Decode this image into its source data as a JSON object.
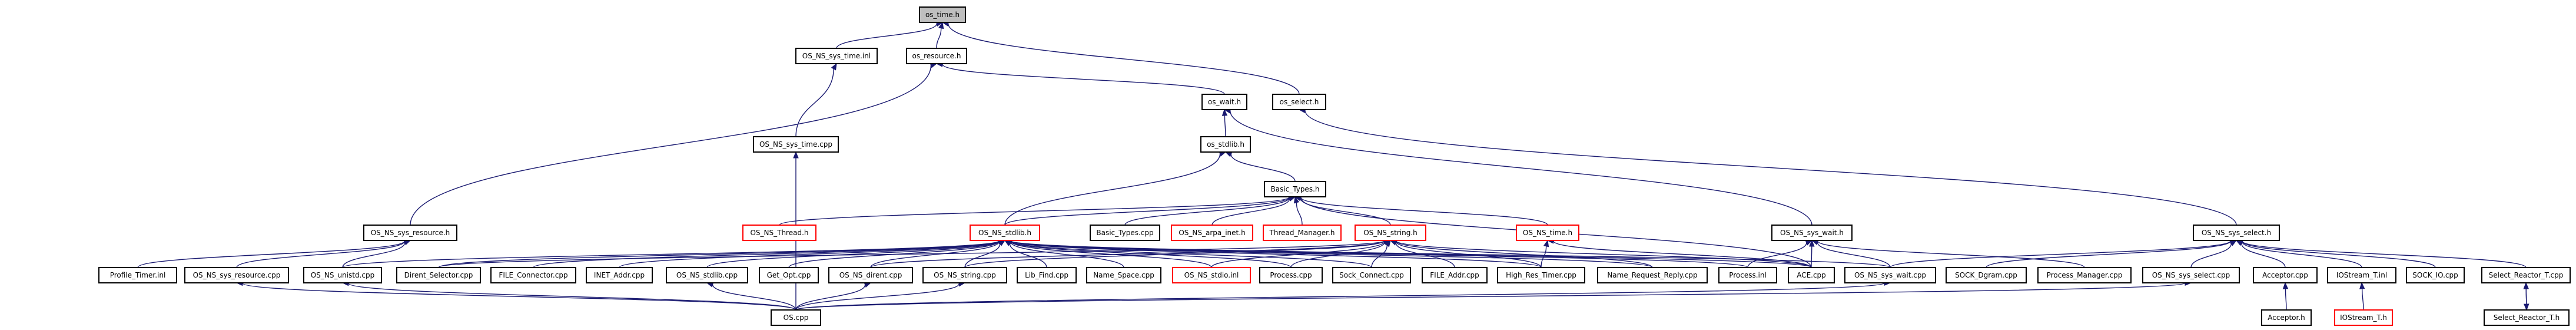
{
  "graph": {
    "colors": {
      "edge": "#191970",
      "box_border": "#000000",
      "box_fill": "#ffffff",
      "root_fill": "#bfbfbf",
      "incomplete_border": "#ff0000"
    },
    "nodes": [
      {
        "id": "os_time_h",
        "label": "os_time.h",
        "root": true
      },
      {
        "id": "os_ns_sys_time_inl",
        "label": "OS_NS_sys_time.inl"
      },
      {
        "id": "os_resource_h",
        "label": "os_resource.h"
      },
      {
        "id": "os_wait_h",
        "label": "os_wait.h"
      },
      {
        "id": "os_select_h",
        "label": "os_select.h"
      },
      {
        "id": "os_ns_sys_time_cpp",
        "label": "OS_NS_sys_time.cpp"
      },
      {
        "id": "os_stdlib_h",
        "label": "os_stdlib.h"
      },
      {
        "id": "basic_types_h",
        "label": "Basic_Types.h"
      },
      {
        "id": "os_ns_sys_resource_h",
        "label": "OS_NS_sys_resource.h"
      },
      {
        "id": "os_ns_thread_h",
        "label": "OS_NS_Thread.h",
        "red": true
      },
      {
        "id": "os_ns_stdlib_h",
        "label": "OS_NS_stdlib.h",
        "red": true
      },
      {
        "id": "basic_types_cpp",
        "label": "Basic_Types.cpp"
      },
      {
        "id": "os_ns_arpa_inet_h",
        "label": "OS_NS_arpa_inet.h",
        "red": true
      },
      {
        "id": "thread_manager_h",
        "label": "Thread_Manager.h",
        "red": true
      },
      {
        "id": "os_ns_string_h",
        "label": "OS_NS_string.h",
        "red": true
      },
      {
        "id": "os_ns_time_h",
        "label": "OS_NS_time.h",
        "red": true
      },
      {
        "id": "os_ns_sys_wait_h",
        "label": "OS_NS_sys_wait.h"
      },
      {
        "id": "os_ns_sys_select_h",
        "label": "OS_NS_sys_select.h"
      },
      {
        "id": "profile_timer_inl",
        "label": "Profile_Timer.inl"
      },
      {
        "id": "os_ns_sys_resource_cpp",
        "label": "OS_NS_sys_resource.cpp"
      },
      {
        "id": "os_ns_unistd_cpp",
        "label": "OS_NS_unistd.cpp"
      },
      {
        "id": "dirent_selector_cpp",
        "label": "Dirent_Selector.cpp"
      },
      {
        "id": "file_connector_cpp",
        "label": "FILE_Connector.cpp"
      },
      {
        "id": "inet_addr_cpp",
        "label": "INET_Addr.cpp"
      },
      {
        "id": "os_ns_stdlib_cpp",
        "label": "OS_NS_stdlib.cpp"
      },
      {
        "id": "get_opt_cpp",
        "label": "Get_Opt.cpp"
      },
      {
        "id": "os_ns_dirent_cpp",
        "label": "OS_NS_dirent.cpp"
      },
      {
        "id": "os_ns_string_cpp",
        "label": "OS_NS_string.cpp"
      },
      {
        "id": "lib_find_cpp",
        "label": "Lib_Find.cpp"
      },
      {
        "id": "name_space_cpp",
        "label": "Name_Space.cpp"
      },
      {
        "id": "os_ns_stdio_inl",
        "label": "OS_NS_stdio.inl",
        "red": true
      },
      {
        "id": "process_cpp",
        "label": "Process.cpp"
      },
      {
        "id": "sock_connect_cpp",
        "label": "Sock_Connect.cpp"
      },
      {
        "id": "file_addr_cpp",
        "label": "FILE_Addr.cpp"
      },
      {
        "id": "high_res_timer_cpp",
        "label": "High_Res_Timer.cpp"
      },
      {
        "id": "name_request_reply_cpp",
        "label": "Name_Request_Reply.cpp"
      },
      {
        "id": "process_inl",
        "label": "Process.inl"
      },
      {
        "id": "ace_cpp",
        "label": "ACE.cpp"
      },
      {
        "id": "os_ns_sys_wait_cpp",
        "label": "OS_NS_sys_wait.cpp"
      },
      {
        "id": "sock_dgram_cpp",
        "label": "SOCK_Dgram.cpp"
      },
      {
        "id": "process_manager_cpp",
        "label": "Process_Manager.cpp"
      },
      {
        "id": "os_ns_sys_select_cpp",
        "label": "OS_NS_sys_select.cpp"
      },
      {
        "id": "acceptor_cpp",
        "label": "Acceptor.cpp"
      },
      {
        "id": "iostream_t_inl",
        "label": "IOStream_T.inl"
      },
      {
        "id": "sock_io_cpp",
        "label": "SOCK_IO.cpp"
      },
      {
        "id": "select_reactor_t_cpp",
        "label": "Select_Reactor_T.cpp"
      },
      {
        "id": "os_cpp",
        "label": "OS.cpp"
      },
      {
        "id": "acceptor_h",
        "label": "Acceptor.h"
      },
      {
        "id": "iostream_t_h",
        "label": "IOStream_T.h",
        "red": true
      },
      {
        "id": "select_reactor_t_h",
        "label": "Select_Reactor_T.h"
      }
    ],
    "edges": [
      [
        "os_ns_sys_time_inl",
        "os_time_h"
      ],
      [
        "os_resource_h",
        "os_time_h"
      ],
      [
        "os_select_h",
        "os_time_h"
      ],
      [
        "os_wait_h",
        "os_resource_h"
      ],
      [
        "os_ns_sys_time_cpp",
        "os_ns_sys_time_inl"
      ],
      [
        "os_ns_sys_resource_h",
        "os_resource_h"
      ],
      [
        "os_stdlib_h",
        "os_wait_h"
      ],
      [
        "os_ns_sys_wait_h",
        "os_wait_h"
      ],
      [
        "os_ns_sys_select_h",
        "os_select_h"
      ],
      [
        "basic_types_h",
        "os_stdlib_h"
      ],
      [
        "os_ns_stdlib_h",
        "os_stdlib_h"
      ],
      [
        "os_ns_thread_h",
        "basic_types_h"
      ],
      [
        "os_ns_stdlib_h",
        "basic_types_h"
      ],
      [
        "basic_types_cpp",
        "basic_types_h"
      ],
      [
        "os_ns_arpa_inet_h",
        "basic_types_h"
      ],
      [
        "thread_manager_h",
        "basic_types_h"
      ],
      [
        "os_ns_string_h",
        "basic_types_h"
      ],
      [
        "os_ns_time_h",
        "basic_types_h"
      ],
      [
        "ace_cpp",
        "basic_types_h"
      ],
      [
        "profile_timer_inl",
        "os_ns_sys_resource_h"
      ],
      [
        "os_ns_sys_resource_cpp",
        "os_ns_sys_resource_h"
      ],
      [
        "os_ns_unistd_cpp",
        "os_ns_sys_resource_h"
      ],
      [
        "os_ns_unistd_cpp",
        "os_ns_stdlib_h"
      ],
      [
        "dirent_selector_cpp",
        "os_ns_stdlib_h"
      ],
      [
        "file_connector_cpp",
        "os_ns_stdlib_h"
      ],
      [
        "inet_addr_cpp",
        "os_ns_stdlib_h"
      ],
      [
        "os_ns_stdlib_cpp",
        "os_ns_stdlib_h"
      ],
      [
        "get_opt_cpp",
        "os_ns_stdlib_h"
      ],
      [
        "os_ns_dirent_cpp",
        "os_ns_stdlib_h"
      ],
      [
        "os_ns_string_cpp",
        "os_ns_stdlib_h"
      ],
      [
        "lib_find_cpp",
        "os_ns_stdlib_h"
      ],
      [
        "name_space_cpp",
        "os_ns_stdlib_h"
      ],
      [
        "os_ns_stdio_inl",
        "os_ns_stdlib_h"
      ],
      [
        "process_cpp",
        "os_ns_stdlib_h"
      ],
      [
        "sock_connect_cpp",
        "os_ns_stdlib_h"
      ],
      [
        "high_res_timer_cpp",
        "os_ns_stdlib_h"
      ],
      [
        "name_request_reply_cpp",
        "os_ns_stdlib_h"
      ],
      [
        "process_inl",
        "os_ns_stdlib_h"
      ],
      [
        "ace_cpp",
        "os_ns_stdlib_h"
      ],
      [
        "os_ns_sys_wait_cpp",
        "os_ns_stdlib_h"
      ],
      [
        "dirent_selector_cpp",
        "os_ns_string_h"
      ],
      [
        "os_ns_dirent_cpp",
        "os_ns_string_h"
      ],
      [
        "os_ns_string_cpp",
        "os_ns_string_h"
      ],
      [
        "os_ns_stdio_inl",
        "os_ns_string_h"
      ],
      [
        "process_cpp",
        "os_ns_string_h"
      ],
      [
        "sock_connect_cpp",
        "os_ns_string_h"
      ],
      [
        "file_addr_cpp",
        "os_ns_string_h"
      ],
      [
        "high_res_timer_cpp",
        "os_ns_string_h"
      ],
      [
        "name_request_reply_cpp",
        "os_ns_string_h"
      ],
      [
        "ace_cpp",
        "os_ns_string_h"
      ],
      [
        "high_res_timer_cpp",
        "os_ns_time_h"
      ],
      [
        "ace_cpp",
        "os_ns_time_h"
      ],
      [
        "ace_cpp",
        "os_ns_sys_wait_h"
      ],
      [
        "os_ns_sys_wait_cpp",
        "os_ns_sys_wait_h"
      ],
      [
        "process_inl",
        "os_ns_sys_wait_h"
      ],
      [
        "process_manager_cpp",
        "os_ns_sys_wait_h"
      ],
      [
        "os_ns_sys_wait_cpp",
        "os_ns_sys_select_h"
      ],
      [
        "sock_dgram_cpp",
        "os_ns_sys_select_h"
      ],
      [
        "os_ns_sys_select_cpp",
        "os_ns_sys_select_h"
      ],
      [
        "acceptor_cpp",
        "os_ns_sys_select_h"
      ],
      [
        "iostream_t_inl",
        "os_ns_sys_select_h"
      ],
      [
        "sock_io_cpp",
        "os_ns_sys_select_h"
      ],
      [
        "select_reactor_t_cpp",
        "os_ns_sys_select_h"
      ],
      [
        "os_cpp",
        "os_ns_sys_time_cpp"
      ],
      [
        "os_cpp",
        "os_ns_sys_resource_cpp"
      ],
      [
        "os_cpp",
        "os_ns_unistd_cpp"
      ],
      [
        "os_cpp",
        "os_ns_stdlib_cpp"
      ],
      [
        "os_cpp",
        "os_ns_dirent_cpp"
      ],
      [
        "os_cpp",
        "os_ns_string_cpp"
      ],
      [
        "os_cpp",
        "os_ns_sys_wait_cpp"
      ],
      [
        "os_cpp",
        "os_ns_sys_select_cpp"
      ],
      [
        "acceptor_h",
        "acceptor_cpp"
      ],
      [
        "iostream_t_h",
        "iostream_t_inl"
      ],
      [
        "select_reactor_t_h",
        "select_reactor_t_cpp"
      ],
      [
        "select_reactor_t_cpp",
        "select_reactor_t_h"
      ]
    ]
  }
}
